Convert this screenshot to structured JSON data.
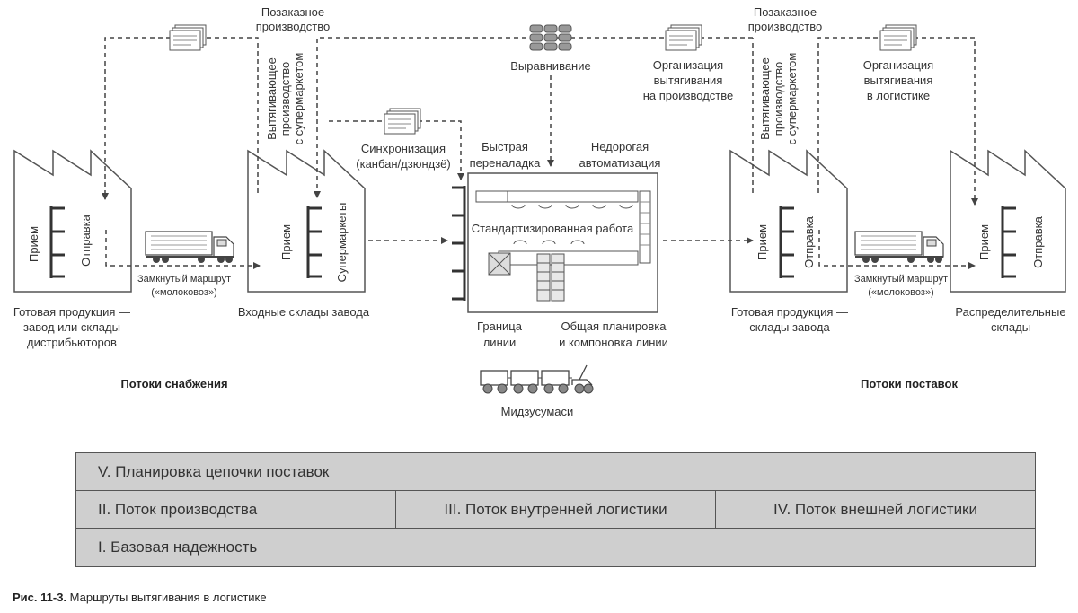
{
  "labels": {
    "left_factory_receive": "Прием",
    "left_factory_ship": "Отправка",
    "left_factory_caption_1": "Готовая продукция —",
    "left_factory_caption_2": "завод или склады",
    "left_factory_caption_3": "дистрибьюторов",
    "milk_run_1": "Замкнутый маршрут",
    "milk_run_2": "(«молоковоз»)",
    "inbound_receive": "Прием",
    "inbound_supermarkets": "Супермаркеты",
    "inbound_caption": "Входные склады завода",
    "to_order_left_1": "Позаказное",
    "to_order_left_2": "производство",
    "pull_left_1": "Вытягивающее",
    "pull_left_2": "производство",
    "pull_left_3": "с супермаркетом",
    "sync_1": "Синхронизация",
    "sync_2": "(канбан/дзюндзё)",
    "quick_changeover_1": "Быстрая",
    "quick_changeover_2": "переналадка",
    "cheap_automation_1": "Недорогая",
    "cheap_automation_2": "автоматизация",
    "standard_work": "Стандартизированная работа",
    "line_boundary_1": "Граница",
    "line_boundary_2": "линии",
    "line_layout_1": "Общая планировка",
    "line_layout_2": "и компоновка линии",
    "mizusumashi": "Мидзусумаси",
    "leveling": "Выравнивание",
    "pull_production_org_1": "Организация",
    "pull_production_org_2": "вытягивания",
    "pull_production_org_3": "на производстве",
    "to_order_right_1": "Позаказное",
    "to_order_right_2": "производство",
    "pull_right_1": "Вытягивающее",
    "pull_right_2": "производство",
    "pull_right_3": "с супермаркетом",
    "pull_logistics_org_1": "Организация",
    "pull_logistics_org_2": "вытягивания",
    "pull_logistics_org_3": "в логистике",
    "right_factory_receive": "Прием",
    "right_factory_ship": "Отправка",
    "right_factory_caption_1": "Готовая продукция —",
    "right_factory_caption_2": "склады завода",
    "milk_run_right_1": "Замкнутый маршрут",
    "milk_run_right_2": "(«молоковоз»)",
    "distribution_receive": "Прием",
    "distribution_ship": "Отправка",
    "distribution_caption_1": "Распределительные",
    "distribution_caption_2": "склады",
    "supply_flows": "Потоки снабжения",
    "delivery_flows": "Потоки поставок"
  },
  "levels": {
    "v": "V. Планировка цепочки поставок",
    "ii": "II. Поток производства",
    "iii": "III. Поток внутренней логистики",
    "iv": "IV. Поток внешней логистики",
    "i": "I. Базовая надежность"
  },
  "caption": {
    "prefix": "Рис. 11-3.",
    "text": " Маршруты вытягивания в логистике"
  },
  "colors": {
    "line": "#555555",
    "table_fill": "#cfcfcf",
    "text": "#333333"
  },
  "icons": [
    "factory-icon",
    "truck-icon",
    "document-stack-icon",
    "heijunka-box-icon",
    "mizusumashi-train-icon"
  ]
}
